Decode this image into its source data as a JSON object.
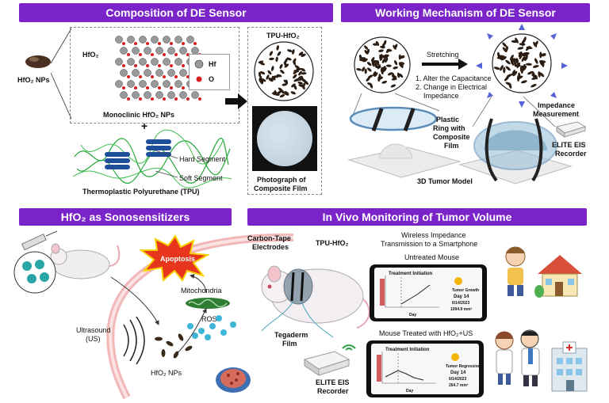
{
  "panels": {
    "composition": {
      "title": "Composition of DE Sensor",
      "np_label": "HfO₂ NPs",
      "lattice_label": "HfO₂",
      "legend_hf": "Hf",
      "legend_o": "O",
      "crystal_caption": "Monoclinic HfO₂ NPs",
      "plus": "+",
      "hard_segment": "Hard Segment",
      "soft_segment": "Soft Segment",
      "tpu_caption": "Thermoplastic Polyurethane (TPU)",
      "film_title": "TPU-HfO₂",
      "photo_caption_1": "Photograph of",
      "photo_caption_2": "Composite Film"
    },
    "mechanism": {
      "title": "Working Mechanism of DE Sensor",
      "stretching": "Stretching",
      "step1": "1. Alter the Capacitance",
      "step2": "2. Change in Electrical",
      "step2b": "Impedance",
      "impedance_1": "Impedance",
      "impedance_2": "Measurement",
      "ring_1": "Plastic",
      "ring_2": "Ring with",
      "ring_3": "Composite",
      "ring_4": "Film",
      "eis_1": "ELITE EIS",
      "eis_2": "Recorder",
      "tumor_model": "3D Tumor Model"
    },
    "sonosensitizer": {
      "title": "HfO₂ as Sonosensitizers",
      "apoptosis": "Apoptosis",
      "mitochondria": "Mitochondria",
      "ros": "ROS",
      "ultrasound_1": "Ultrasound",
      "ultrasound_2": "(US)",
      "nps": "HfO₂ NPs"
    },
    "invivo": {
      "title": "In Vivo Monitoring of Tumor Volume",
      "electrodes_1": "Carbon-Tape",
      "electrodes_2": "Electrodes",
      "tpu": "TPU-HfO₂",
      "wireless_1": "Wireless Impedance",
      "wireless_2": "Transmission to a Smartphone",
      "untreated": "Untreated Mouse",
      "treated": "Mouse Treated with HfO₂+US",
      "tegaderm_1": "Tegaderm",
      "tegaderm_2": "Film",
      "eis_1": "ELITE EIS",
      "eis_2": "Recorder",
      "phone1": {
        "header": "Treatment Initiation",
        "status": "Tumor Growth",
        "day": "Day 14",
        "date": "6/14/2023",
        "volume": "1094.9 mm³",
        "xaxis": "Day"
      },
      "phone2": {
        "header": "Treatment Initiation",
        "status": "Tumor Regression",
        "day": "Day 14",
        "date": "6/14/2023",
        "volume": "264.7 mm³",
        "xaxis": "Day"
      }
    }
  },
  "colors": {
    "banner": "#7a23c9",
    "hf_atom": "#9a9a9a",
    "o_atom": "#d62020",
    "tpu_soft": "#27a83a",
    "tpu_hard": "#1f4f9c",
    "arrow_tip": "#5563d9",
    "apoptosis": "#e8361c",
    "ros": "#3fb6d8",
    "mitochondria": "#2e7d32"
  },
  "icons": [
    "nanoparticle-icon",
    "mouse-icon",
    "syringe-icon",
    "phone-icon",
    "recorder-icon",
    "house-icon",
    "hospital-icon",
    "doctor-icon",
    "child-icon",
    "wifi-icon"
  ]
}
